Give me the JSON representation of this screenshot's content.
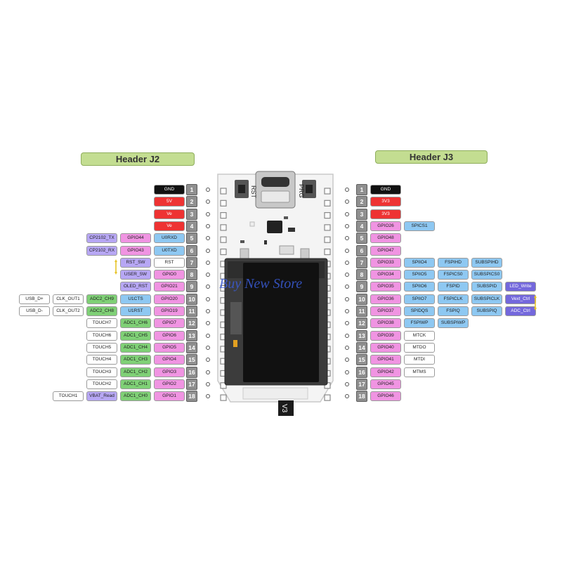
{
  "colors": {
    "black": "#111111",
    "red": "#ee3333",
    "pink": "#f094e2",
    "blue": "#8ec8f2",
    "lavender": "#b7a7f4",
    "green": "#7fd076",
    "white": "#ffffff",
    "purple": "#7468dc",
    "gray": "#8f8f8f"
  },
  "j2": {
    "title": "Header J2",
    "pins": [
      {
        "num": "1",
        "labels": [
          {
            "text": "GND",
            "color": "black"
          }
        ]
      },
      {
        "num": "2",
        "labels": [
          {
            "text": "5V",
            "color": "red"
          }
        ]
      },
      {
        "num": "3",
        "labels": [
          {
            "text": "Ve",
            "color": "red"
          }
        ]
      },
      {
        "num": "4",
        "labels": [
          {
            "text": "Ve",
            "color": "red"
          }
        ]
      },
      {
        "num": "5",
        "labels": [
          {
            "text": "U0RXD",
            "color": "blue"
          },
          {
            "text": "GPIO44",
            "color": "pink"
          },
          {
            "text": "CP2102_TX",
            "color": "lavender"
          }
        ]
      },
      {
        "num": "6",
        "labels": [
          {
            "text": "U0TXD",
            "color": "blue"
          },
          {
            "text": "GPIO43",
            "color": "pink"
          },
          {
            "text": "CP2102_RX",
            "color": "lavender"
          }
        ]
      },
      {
        "num": "7",
        "labels": [
          {
            "text": "RST",
            "color": "white"
          },
          {
            "text": "RST_SW",
            "color": "lavender"
          }
        ]
      },
      {
        "num": "8",
        "labels": [
          {
            "text": "GPIO0",
            "color": "pink"
          },
          {
            "text": "USER_SW",
            "color": "lavender"
          }
        ]
      },
      {
        "num": "9",
        "labels": [
          {
            "text": "GPIO21",
            "color": "pink"
          },
          {
            "text": "OLED_RST",
            "color": "lavender"
          }
        ]
      },
      {
        "num": "10",
        "labels": [
          {
            "text": "GPIO20",
            "color": "pink"
          },
          {
            "text": "U1CTS",
            "color": "blue"
          },
          {
            "text": "ADC2_CH9",
            "color": "green"
          },
          {
            "text": "CLK_OUT1",
            "color": "white"
          },
          {
            "text": "USB_D+",
            "color": "white"
          }
        ]
      },
      {
        "num": "11",
        "labels": [
          {
            "text": "GPIO19",
            "color": "pink"
          },
          {
            "text": "U1RST",
            "color": "blue"
          },
          {
            "text": "ADC2_CH8",
            "color": "green"
          },
          {
            "text": "CLK_OUT2",
            "color": "white"
          },
          {
            "text": "USB_D-",
            "color": "white"
          }
        ]
      },
      {
        "num": "12",
        "labels": [
          {
            "text": "GPIO7",
            "color": "pink"
          },
          {
            "text": "ADC1_CH6",
            "color": "green"
          },
          {
            "text": "TOUCH7",
            "color": "white"
          }
        ]
      },
      {
        "num": "13",
        "labels": [
          {
            "text": "GPIO6",
            "color": "pink"
          },
          {
            "text": "ADC1_CH5",
            "color": "green"
          },
          {
            "text": "TOUCH6",
            "color": "white"
          }
        ]
      },
      {
        "num": "14",
        "labels": [
          {
            "text": "GPIO5",
            "color": "pink"
          },
          {
            "text": "ADC1_CH4",
            "color": "green"
          },
          {
            "text": "TOUCH5",
            "color": "white"
          }
        ]
      },
      {
        "num": "15",
        "labels": [
          {
            "text": "GPIO4",
            "color": "pink"
          },
          {
            "text": "ADC1_CH3",
            "color": "green"
          },
          {
            "text": "TOUCH4",
            "color": "white"
          }
        ]
      },
      {
        "num": "16",
        "labels": [
          {
            "text": "GPIO3",
            "color": "pink"
          },
          {
            "text": "ADC1_CH2",
            "color": "green"
          },
          {
            "text": "TOUCH3",
            "color": "white"
          }
        ]
      },
      {
        "num": "17",
        "labels": [
          {
            "text": "GPIO2",
            "color": "pink"
          },
          {
            "text": "ADC1_CH1",
            "color": "green"
          },
          {
            "text": "TOUCH2",
            "color": "white"
          }
        ]
      },
      {
        "num": "18",
        "labels": [
          {
            "text": "GPIO1",
            "color": "pink"
          },
          {
            "text": "ADC1_CH0",
            "color": "green"
          },
          {
            "text": "VBAT_Read",
            "color": "lavender"
          },
          {
            "text": "TOUCH1",
            "color": "white"
          }
        ]
      }
    ]
  },
  "j3": {
    "title": "Header J3",
    "pins": [
      {
        "num": "1",
        "labels": [
          {
            "text": "GND",
            "color": "black"
          }
        ]
      },
      {
        "num": "2",
        "labels": [
          {
            "text": "3V3",
            "color": "red"
          }
        ]
      },
      {
        "num": "3",
        "labels": [
          {
            "text": "3V3",
            "color": "red"
          }
        ]
      },
      {
        "num": "4",
        "labels": [
          {
            "text": "GPIO26",
            "color": "pink"
          },
          {
            "text": "SPICS1",
            "color": "blue"
          }
        ]
      },
      {
        "num": "5",
        "labels": [
          {
            "text": "GPIO48",
            "color": "pink"
          }
        ]
      },
      {
        "num": "6",
        "labels": [
          {
            "text": "GPIO47",
            "color": "pink"
          }
        ]
      },
      {
        "num": "7",
        "labels": [
          {
            "text": "GPIO33",
            "color": "pink"
          },
          {
            "text": "SPIIO4",
            "color": "blue"
          },
          {
            "text": "FSPIHD",
            "color": "blue"
          },
          {
            "text": "SUBSPIHD",
            "color": "blue"
          }
        ]
      },
      {
        "num": "8",
        "labels": [
          {
            "text": "GPIO34",
            "color": "pink"
          },
          {
            "text": "SPIIO5",
            "color": "blue"
          },
          {
            "text": "FSPICS0",
            "color": "blue"
          },
          {
            "text": "SUBSPICS0",
            "color": "blue"
          }
        ]
      },
      {
        "num": "9",
        "labels": [
          {
            "text": "GPIO35",
            "color": "pink"
          },
          {
            "text": "SPIIO6",
            "color": "blue"
          },
          {
            "text": "FSPID",
            "color": "blue"
          },
          {
            "text": "SUBSPID",
            "color": "blue"
          },
          {
            "text": "LED_Write",
            "color": "purple"
          }
        ]
      },
      {
        "num": "10",
        "labels": [
          {
            "text": "GPIO36",
            "color": "pink"
          },
          {
            "text": "SPIIO7",
            "color": "blue"
          },
          {
            "text": "FSPICLK",
            "color": "blue"
          },
          {
            "text": "SUBSPICLK",
            "color": "blue"
          },
          {
            "text": "Vext_Ctrl",
            "color": "purple"
          }
        ]
      },
      {
        "num": "11",
        "labels": [
          {
            "text": "GPIO37",
            "color": "pink"
          },
          {
            "text": "SPIDQS",
            "color": "blue"
          },
          {
            "text": "FSPIQ",
            "color": "blue"
          },
          {
            "text": "SUBSPIQ",
            "color": "blue"
          },
          {
            "text": "ADC_Ctrl",
            "color": "purple"
          }
        ]
      },
      {
        "num": "12",
        "labels": [
          {
            "text": "GPIO38",
            "color": "pink"
          },
          {
            "text": "FSPIWP",
            "color": "blue"
          },
          {
            "text": "SUBSPIWP",
            "color": "blue"
          }
        ]
      },
      {
        "num": "13",
        "labels": [
          {
            "text": "GPIO39",
            "color": "pink"
          },
          {
            "text": "MTCK",
            "color": "white"
          }
        ]
      },
      {
        "num": "14",
        "labels": [
          {
            "text": "GPIO40",
            "color": "pink"
          },
          {
            "text": "MTDO",
            "color": "white"
          }
        ]
      },
      {
        "num": "15",
        "labels": [
          {
            "text": "GPIO41",
            "color": "pink"
          },
          {
            "text": "MTDI",
            "color": "white"
          }
        ]
      },
      {
        "num": "16",
        "labels": [
          {
            "text": "GPIO42",
            "color": "pink"
          },
          {
            "text": "MTMS",
            "color": "white"
          }
        ]
      },
      {
        "num": "17",
        "labels": [
          {
            "text": "GPIO45",
            "color": "pink"
          }
        ]
      },
      {
        "num": "18",
        "labels": [
          {
            "text": "GPIO46",
            "color": "pink"
          }
        ]
      }
    ]
  },
  "board": {
    "rst_label": "RST",
    "prg_label": "PRG",
    "version_label": "V3"
  },
  "watermark": "Buy New Store"
}
